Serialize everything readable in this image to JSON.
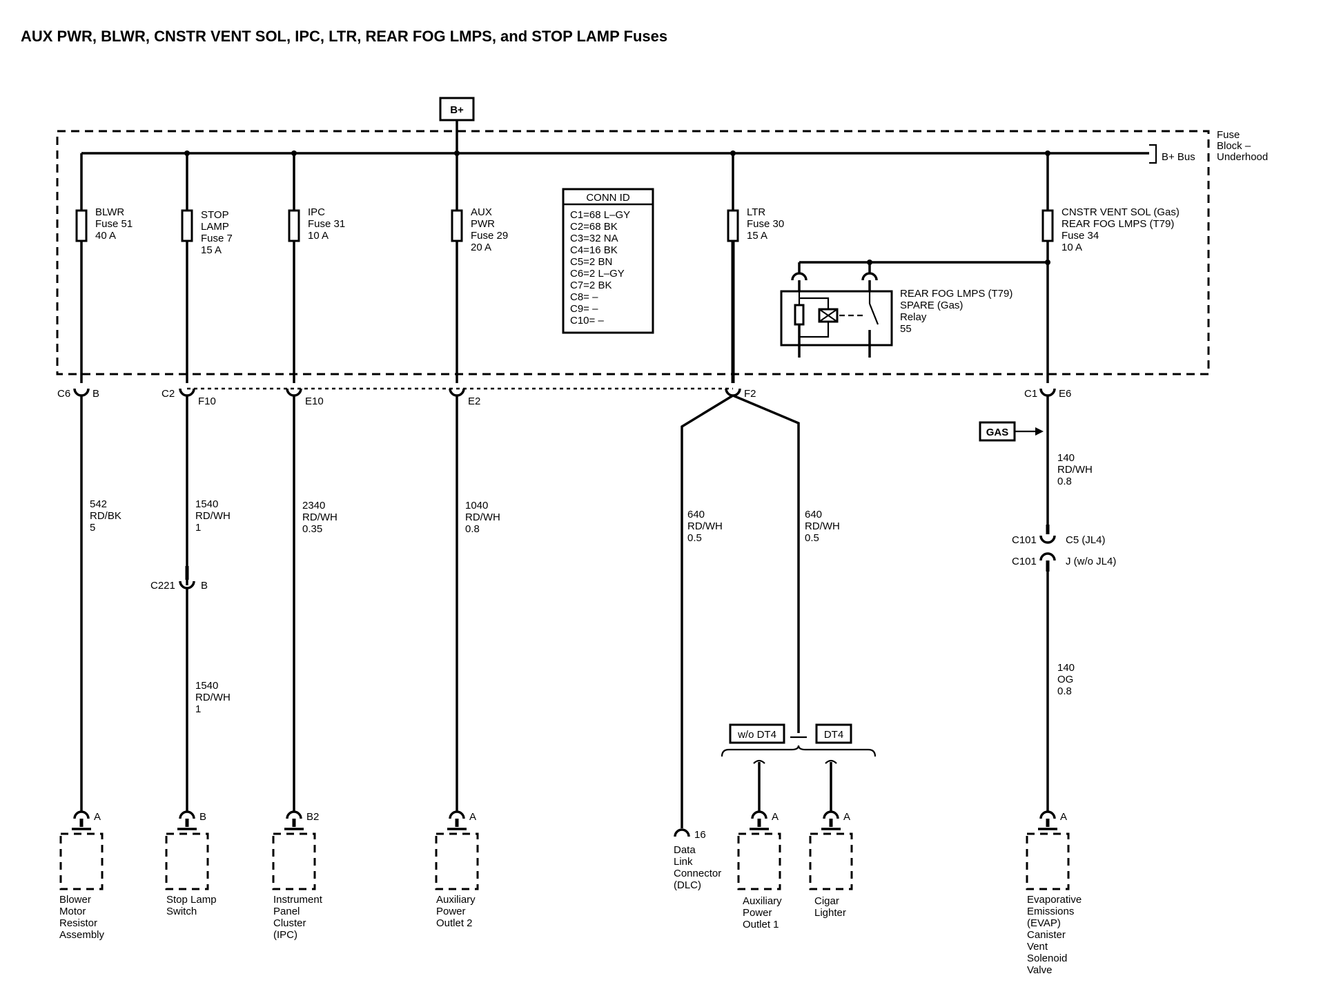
{
  "title": "AUX PWR, BLWR, CNSTR VENT SOL, IPC, LTR, REAR FOG LMPS, and STOP LAMP Fuses",
  "b_plus": "B+",
  "fuse_block": {
    "line1": "Fuse",
    "line2": "Block –",
    "line3": "Underhood",
    "bus": "B+ Bus"
  },
  "conn_id": {
    "header": "CONN ID",
    "rows": [
      "C1=68 L–GY",
      "C2=68 BK",
      "C3=32 NA",
      "C4=16 BK",
      "C5=2 BN",
      "C6=2 L–GY",
      "C7=2 BK",
      "C8= –",
      "C9= –",
      "C10= –"
    ]
  },
  "fuses": [
    {
      "lines": [
        "BLWR",
        "Fuse 51",
        "40 A"
      ]
    },
    {
      "lines": [
        "STOP",
        "LAMP",
        "Fuse 7",
        "15 A"
      ]
    },
    {
      "lines": [
        "IPC",
        "Fuse 31",
        "10 A"
      ]
    },
    {
      "lines": [
        "AUX",
        "PWR",
        "Fuse 29",
        "20 A"
      ]
    },
    {
      "lines": [
        "LTR",
        "Fuse 30",
        "15 A"
      ]
    },
    {
      "lines": [
        "CNSTR VENT SOL (Gas)",
        "REAR FOG LMPS (T79)",
        "Fuse 34",
        "10 A"
      ]
    }
  ],
  "relay": {
    "lines": [
      "REAR FOG LMPS (T79)",
      "SPARE (Gas)",
      "Relay",
      "55"
    ]
  },
  "connectors": {
    "c6": "C6",
    "b": "B",
    "c2": "C2",
    "f10": "F10",
    "e10": "E10",
    "e2": "E2",
    "f2": "F2",
    "c1": "C1",
    "e6": "E6",
    "c221": "C221",
    "c221_pin": "B",
    "c101a": "C101",
    "c101a_pin": "C5 (JL4)",
    "c101b": "C101",
    "c101b_pin": "J (w/o JL4)"
  },
  "gas_tag": "GAS",
  "wires": [
    {
      "lines": [
        "542",
        "RD/BK",
        "5"
      ]
    },
    {
      "lines": [
        "1540",
        "RD/WH",
        "1"
      ]
    },
    {
      "lines": [
        "1540",
        "RD/WH",
        "1"
      ]
    },
    {
      "lines": [
        "2340",
        "RD/WH",
        "0.35"
      ]
    },
    {
      "lines": [
        "1040",
        "RD/WH",
        "0.8"
      ]
    },
    {
      "lines": [
        "640",
        "RD/WH",
        "0.5"
      ]
    },
    {
      "lines": [
        "640",
        "RD/WH",
        "0.5"
      ]
    },
    {
      "lines": [
        "140",
        "RD/WH",
        "0.8"
      ]
    },
    {
      "lines": [
        "140",
        "OG",
        "0.8"
      ]
    }
  ],
  "options": {
    "wo_dt4": "w/o DT4",
    "dt4": "DT4"
  },
  "pins": {
    "blower": "A",
    "stop": "B",
    "ipc": "B2",
    "aux2": "A",
    "dlc": "16",
    "aux1": "A",
    "cigar": "A",
    "evap": "A"
  },
  "components": [
    {
      "lines": [
        "Blower",
        "Motor",
        "Resistor",
        "Assembly"
      ]
    },
    {
      "lines": [
        "Stop Lamp",
        "Switch"
      ]
    },
    {
      "lines": [
        "Instrument",
        "Panel",
        "Cluster",
        "(IPC)"
      ]
    },
    {
      "lines": [
        "Auxiliary",
        "Power",
        "Outlet 2"
      ]
    },
    {
      "lines": [
        "Data",
        "Link",
        "Connector",
        "(DLC)"
      ]
    },
    {
      "lines": [
        "Auxiliary",
        "Power",
        "Outlet 1"
      ]
    },
    {
      "lines": [
        "Cigar",
        "Lighter"
      ]
    },
    {
      "lines": [
        "Evaporative",
        "Emissions",
        "(EVAP)",
        "Canister",
        "Vent",
        "Solenoid",
        "Valve"
      ]
    }
  ]
}
